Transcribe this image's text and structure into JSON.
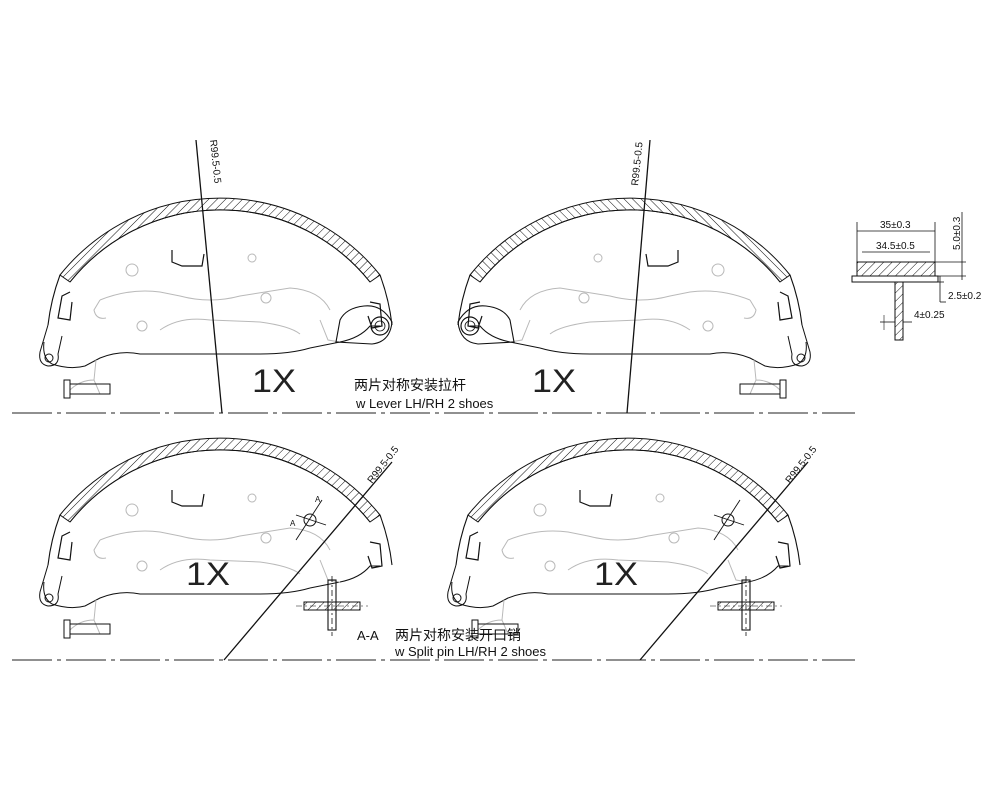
{
  "colors": {
    "line": "#111111",
    "faint": "#b9b9b9",
    "background": "#ffffff"
  },
  "top_row": {
    "radius_label": "R99.5-0.5",
    "left_multiplier": "1X",
    "right_multiplier": "1X",
    "caption_cn": "两片对称安装拉杆",
    "caption_en": "w Lever  LH/RH 2 shoes"
  },
  "bottom_row": {
    "radius_label": "R99.5-0.5",
    "left_multiplier": "1X",
    "right_multiplier": "1X",
    "section_marker": "A",
    "caption_prefix": "A-A",
    "caption_cn": "两片对称安装开口销",
    "caption_en": "w Split pin LH/RH 2 shoes"
  },
  "cross_section": {
    "dim_top_width": "35±0.3",
    "dim_lining_width": "34.5±0.5",
    "dim_lining_thickness": "5.0±0.3",
    "dim_table_thickness": "2.5±0.2",
    "dim_web_thickness": "4±0.25"
  }
}
